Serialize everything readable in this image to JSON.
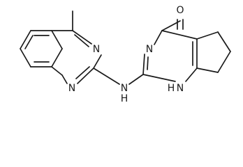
{
  "molecule": {
    "atoms": {
      "n_quin_upper": "N",
      "n_quin_lower": "N",
      "nh_link": "N",
      "h_link": "H",
      "n_pyr_upper": "N",
      "n_pyr_lower": "N",
      "h_pyr": "H",
      "o_carbonyl": "O"
    }
  }
}
